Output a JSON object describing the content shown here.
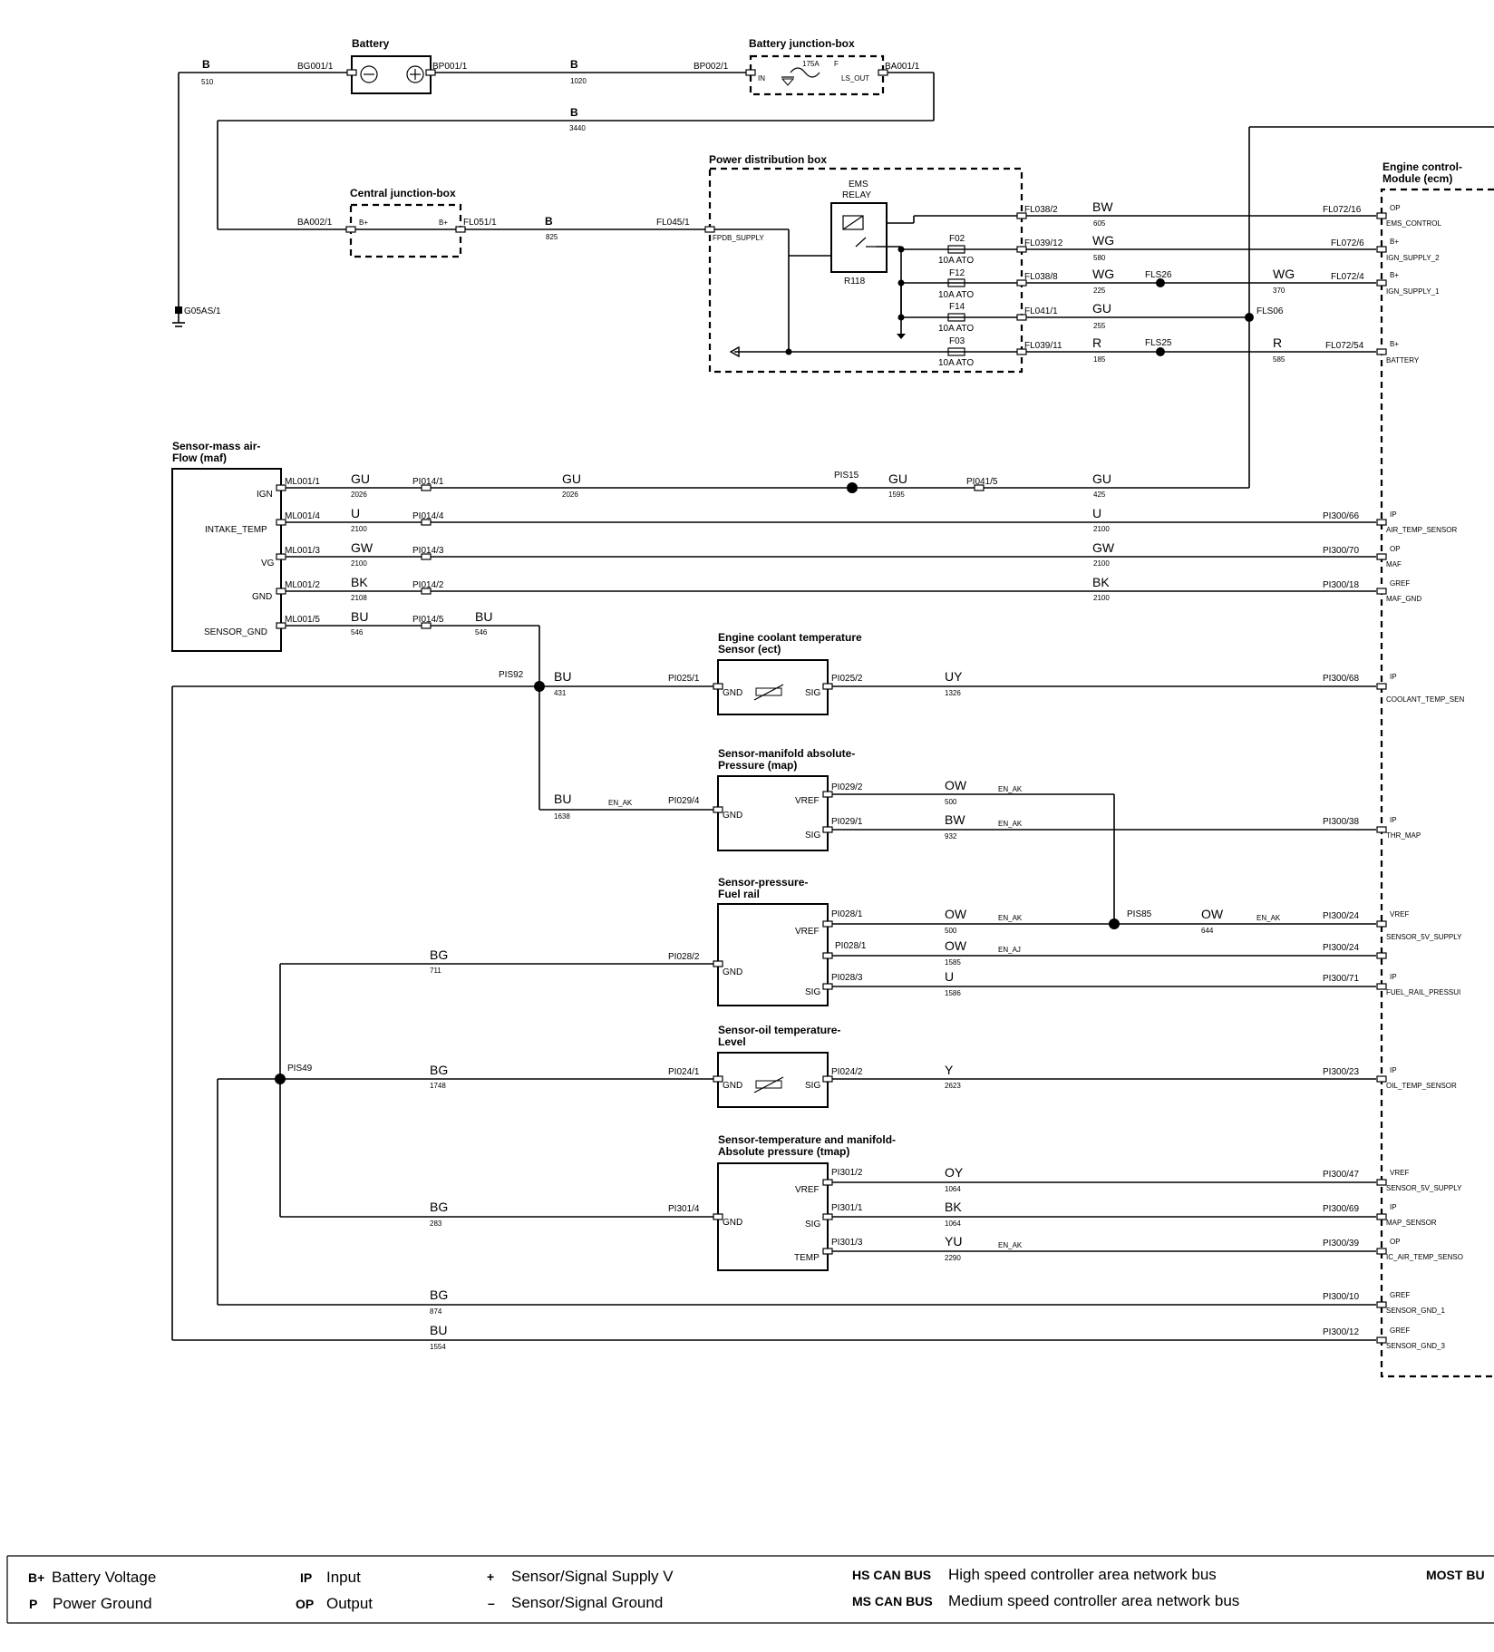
{
  "components": {
    "battery": "Battery",
    "battery_jb": "Battery junction-box",
    "central_jb": "Central junction-box",
    "pdb": "Power distribution box",
    "ems_relay_1": "EMS",
    "ems_relay_2": "RELAY",
    "relay_id": "R118",
    "ecm_1": "Engine control-",
    "ecm_2": "Module (ecm)",
    "maf_1": "Sensor-mass air-",
    "maf_2": "Flow (maf)",
    "ect_1": "Engine coolant temperature",
    "ect_2": "Sensor (ect)",
    "map_1": "Sensor-manifold absolute-",
    "map_2": "Pressure (map)",
    "frp_1": "Sensor-pressure-",
    "frp_2": "Fuel rail",
    "oil_1": "Sensor-oil temperature-",
    "oil_2": "Level",
    "tmap_1": "Sensor-temperature and manifold-",
    "tmap_2": "Absolute pressure (tmap)"
  },
  "top": {
    "b1": "B",
    "n510": "510",
    "bg001": "BG001/1",
    "bp001": "BP001/1",
    "b2": "B",
    "n1020": "1020",
    "bp002": "BP002/1",
    "in": "IN",
    "fuse175": "175A",
    "f": "F",
    "ls_out": "LS_OUT",
    "ba001": "BA001/1",
    "b3": "B",
    "n3440": "3440",
    "ba002": "BA002/1",
    "bplus1": "B+",
    "bplus2": "B+",
    "fl051": "FL051/1",
    "b4": "B",
    "n825": "825",
    "fl045": "FL045/1",
    "fpdb": "FPDB_SUPPLY",
    "g05": "G05AS/1"
  },
  "pdb": {
    "f02": "F02",
    "f12": "F12",
    "f14": "F14",
    "f03": "F03",
    "ato": "10A ATO",
    "fl038_2": "FL038/2",
    "fl039_12": "FL039/12",
    "fl038_8": "FL038/8",
    "fl041_1": "FL041/1",
    "fl039_11": "FL039/11",
    "bw": "BW",
    "n605": "605",
    "wg": "WG",
    "n580": "580",
    "wg2": "WG",
    "n225": "225",
    "gu": "GU",
    "n255": "255",
    "r": "R",
    "n185": "185",
    "fls26": "FLS26",
    "wg3": "WG",
    "n370": "370",
    "fls25": "FLS25",
    "r2": "R",
    "n585": "585",
    "fls06": "FLS06"
  },
  "ecm_top": {
    "fl072_16": "FL072/16",
    "op": "OP",
    "ems_control": "EMS_CONTROL",
    "fl072_6": "FL072/6",
    "bp1": "B+",
    "ign2": "IGN_SUPPLY_2",
    "fl072_4": "FL072/4",
    "bp2": "B+",
    "ign1": "IGN_SUPPLY_1",
    "fl072_54": "FL072/54",
    "bp3": "B+",
    "battery": "BATTERY"
  },
  "maf": {
    "ign": "IGN",
    "intake": "INTAKE_TEMP",
    "vg": "VG",
    "gnd": "GND",
    "sgnd": "SENSOR_GND",
    "ml1": "ML001/1",
    "ml4": "ML001/4",
    "ml3": "ML001/3",
    "ml2": "ML001/2",
    "ml5": "ML001/5",
    "c1": "GU",
    "c2": "U",
    "c3": "GW",
    "c4": "BK",
    "c5": "BU",
    "n2026": "2026",
    "n2100a": "2100",
    "n2100b": "2100",
    "n2108": "2108",
    "n546": "546",
    "p1": "PI014/1",
    "p4": "PI014/4",
    "p3": "PI014/3",
    "p2": "PI014/2",
    "p5": "PI014/5",
    "gu2": "GU",
    "n2026b": "2026",
    "pis15": "PIS15",
    "gu3": "GU",
    "n1595": "1595",
    "pi041": "PI041/5",
    "gu4": "GU",
    "n425": "425",
    "u2": "U",
    "n2100c": "2100",
    "gw2": "GW",
    "n2100d": "2100",
    "bk2": "BK",
    "n2100e": "2100",
    "bu2": "BU",
    "n546b": "546",
    "pi300_66": "PI300/66",
    "ip1": "IP",
    "air_temp": "AIR_TEMP_SENSOR",
    "pi300_70": "PI300/70",
    "op1": "OP",
    "maf": "MAF",
    "pi300_18": "PI300/18",
    "gref1": "GREF",
    "maf_gnd": "MAF_GND"
  },
  "ect": {
    "pis92": "PIS92",
    "bu": "BU",
    "n431": "431",
    "pi025_1": "PI025/1",
    "gnd": "GND",
    "sig": "SIG",
    "pi025_2": "PI025/2",
    "uy": "UY",
    "n1326": "1326",
    "pi300_68": "PI300/68",
    "ip": "IP",
    "coolant": "COOLANT_TEMP_SEN"
  },
  "map": {
    "bu": "BU",
    "n1638": "1638",
    "en_ak1": "EN_AK",
    "pi029_4": "PI029/4",
    "gnd": "GND",
    "vref": "VREF",
    "sig": "SIG",
    "pi029_2": "PI029/2",
    "ow": "OW",
    "n500": "500",
    "en_ak2": "EN_AK",
    "pi029_1": "PI029/1",
    "bw": "BW",
    "n932": "932",
    "en_ak3": "EN_AK",
    "pi300_38": "PI300/38",
    "ip": "IP",
    "thr_map": "THR_MAP"
  },
  "frp": {
    "pi028_1": "PI028/1",
    "ow1": "OW",
    "n500": "500",
    "en_ak1": "EN_AK",
    "pis85": "PIS85",
    "ow2": "OW",
    "n644": "644",
    "en_ak2": "EN_AK",
    "pi300_24a": "PI300/24",
    "vref_ecm": "VREF",
    "sens5v1": "SENSOR_5V_SUPPLY",
    "bg": "BG",
    "n711": "711",
    "pi028_2": "PI028/2",
    "gnd": "GND",
    "vref": "VREF",
    "sig": "SIG",
    "pi028_1b": "PI028/1",
    "ow3": "OW",
    "n1585": "1585",
    "en_aj": "EN_AJ",
    "pi300_24b": "PI300/24",
    "pi028_3": "PI028/3",
    "u": "U",
    "n1586": "1586",
    "pi300_71": "PI300/71",
    "ip": "IP",
    "fuel": "FUEL_RAIL_PRESSUI"
  },
  "oil": {
    "pis49": "PIS49",
    "bg": "BG",
    "n1748": "1748",
    "pi024_1": "PI024/1",
    "gnd": "GND",
    "sig": "SIG",
    "pi024_2": "PI024/2",
    "y": "Y",
    "n2623": "2623",
    "pi300_23": "PI300/23",
    "ip": "IP",
    "oil_temp": "OIL_TEMP_SENSOR"
  },
  "tmap": {
    "pi301_2": "PI301/2",
    "oy": "OY",
    "n1064a": "1064",
    "pi300_47": "PI300/47",
    "vref_ecm": "VREF",
    "sens5v2": "SENSOR_5V_SUPPLY",
    "bg": "BG",
    "n283": "283",
    "pi301_4": "PI301/4",
    "gnd": "GND",
    "vref": "VREF",
    "sig": "SIG",
    "temp": "TEMP",
    "pi301_1": "PI301/1",
    "bk": "BK",
    "n1064b": "1064",
    "pi300_69": "PI300/69",
    "ip": "IP",
    "map_sensor": "MAP_SENSOR",
    "pi301_3": "PI301/3",
    "yu": "YU",
    "n2290": "2290",
    "en_ak": "EN_AK",
    "pi300_39": "PI300/39",
    "op": "OP",
    "ic_air": "IC_AIR_TEMP_SENSO"
  },
  "grounds": {
    "bg": "BG",
    "n874": "874",
    "pi300_10": "PI300/10",
    "gref1": "GREF",
    "sgnd1": "SENSOR_GND_1",
    "bu": "BU",
    "n1554": "1554",
    "pi300_12": "PI300/12",
    "gref2": "GREF",
    "sgnd3": "SENSOR_GND_3"
  },
  "legend": {
    "bplus_abbr": "B+",
    "bplus_text": "Battery Voltage",
    "p_abbr": "P",
    "p_text": "Power Ground",
    "ip_abbr": "IP",
    "ip_text": "Input",
    "op_abbr": "OP",
    "op_text": "Output",
    "plus_abbr": "+",
    "plus_text": "Sensor/Signal Supply V",
    "minus_abbr": "–",
    "minus_text": "Sensor/Signal Ground",
    "hs_abbr": "HS CAN BUS",
    "hs_text": "High speed controller area network bus",
    "ms_abbr": "MS CAN BUS",
    "ms_text": "Medium speed controller area network bus",
    "most_abbr": "MOST BU"
  }
}
